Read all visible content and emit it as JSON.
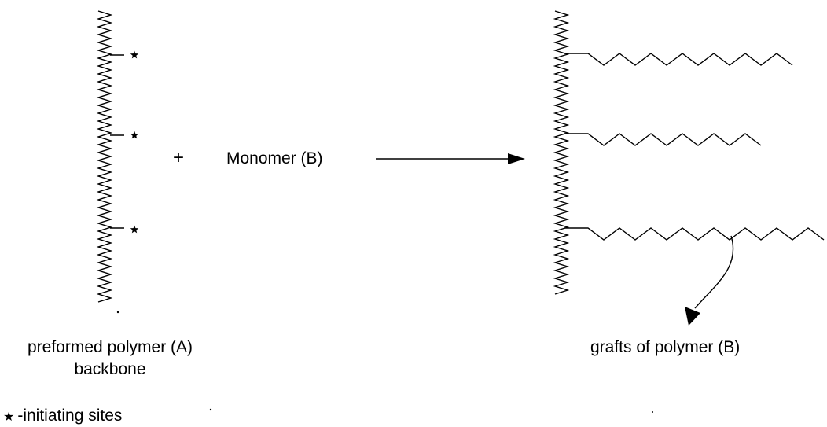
{
  "reactant": {
    "plus_sign": "+",
    "monomer_label": "Monomer (B)",
    "polymer_label_line1": "preformed polymer (A)",
    "polymer_label_line2": "backbone"
  },
  "product": {
    "grafts_label": "grafts of polymer (B)"
  },
  "legend": {
    "star_symbol": "★",
    "text": "-initiating sites"
  }
}
